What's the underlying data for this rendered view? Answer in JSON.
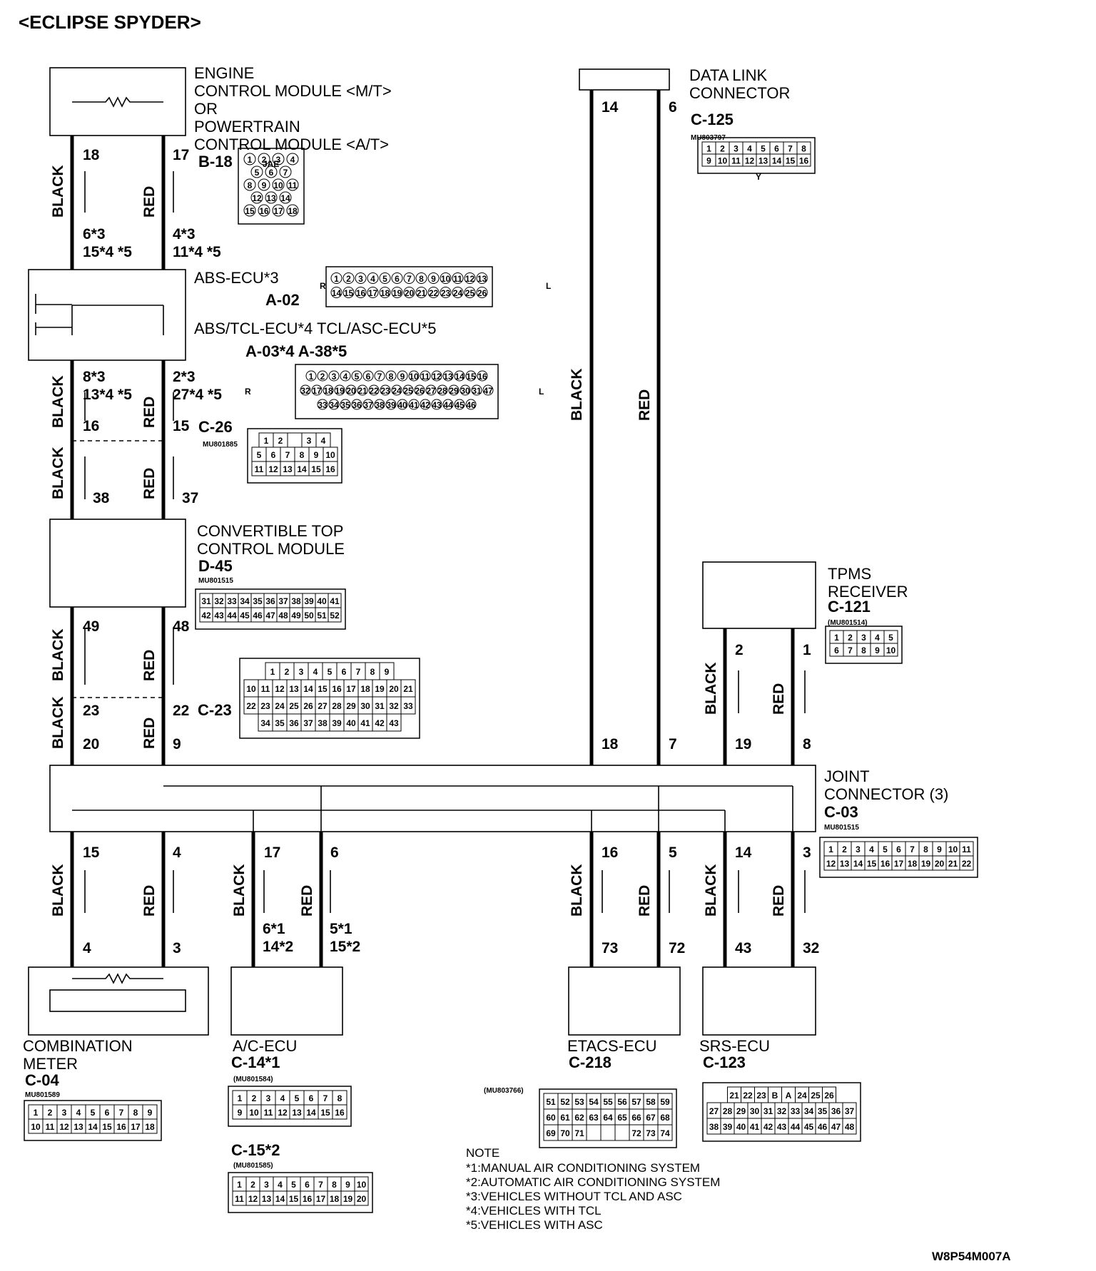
{
  "title": "<ECLIPSE SPYDER>",
  "diagram_code": "W8P54M007A",
  "colors": {
    "line": "#000000",
    "background": "#ffffff"
  },
  "wire_colors": {
    "black": "BLACK",
    "red": "RED"
  },
  "components": {
    "ecm": {
      "name": [
        "ENGINE",
        "CONTROL MODULE <M/T>",
        "OR",
        "POWERTRAIN",
        "CONTROL MODULE <A/T>"
      ],
      "connector": "B-18",
      "maker": "JAE"
    },
    "abs": {
      "name": "ABS-ECU*3",
      "name2": "ABS/TCL-ECU*4  TCL/ASC-ECU*5",
      "connector_a": "A-02",
      "connector_b": "A-03*4  A-38*5"
    },
    "c26": {
      "connector": "C-26",
      "part": "MU801885"
    },
    "ctcm": {
      "name": [
        "CONVERTIBLE TOP",
        "CONTROL MODULE"
      ],
      "connector": "D-45",
      "part": "MU801515"
    },
    "c23": {
      "connector": "C-23"
    },
    "dlc": {
      "name": [
        "DATA LINK",
        "CONNECTOR"
      ],
      "connector": "C-125",
      "part": "MU803797"
    },
    "tpms": {
      "name": [
        "TPMS",
        "RECEIVER"
      ],
      "connector": "C-121",
      "part": "(MU801514)"
    },
    "joint": {
      "name": [
        "JOINT",
        "CONNECTOR (3)"
      ],
      "connector": "C-03",
      "part": "MU801515"
    },
    "meter": {
      "name": [
        "COMBINATION",
        "METER"
      ],
      "connector": "C-04",
      "part": "MU801589"
    },
    "ac": {
      "name": "A/C-ECU",
      "connector1": "C-14*1",
      "part1": "(MU801584)",
      "connector2": "C-15*2",
      "part2": "(MU801585)"
    },
    "etacs": {
      "name": "ETACS-ECU",
      "connector": "C-218",
      "part": "(MU803766)"
    },
    "srs": {
      "name": "SRS-ECU",
      "connector": "C-123"
    }
  },
  "pins": {
    "ecm_black": "18",
    "ecm_red": "17",
    "abs_black_in": [
      "6*3",
      "15*4 *5"
    ],
    "abs_red_in": [
      "4*3",
      "11*4 *5"
    ],
    "abs_black_out": [
      "8*3",
      "13*4 *5"
    ],
    "abs_red_out": [
      "2*3",
      "27*4 *5"
    ],
    "c26_black_top": "16",
    "c26_red_top": "15",
    "c26_black_bot": "38",
    "c26_red_bot": "37",
    "ctcm_black": "49",
    "ctcm_red": "48",
    "c23_black_top": "23",
    "c23_red_top": "22",
    "jc_black_top": "20",
    "jc_red_top": "9",
    "dlc_black": "14",
    "dlc_red": "6",
    "jc_dlc_black": "18",
    "jc_dlc_red": "7",
    "tpms_black": "2",
    "tpms_red": "1",
    "jc_tpms_black": "19",
    "jc_tpms_red": "8",
    "jc_meter_black": "15",
    "jc_meter_red": "4",
    "meter_black": "4",
    "meter_red": "3",
    "jc_ac_black": "17",
    "jc_ac_red": "6",
    "ac_black": [
      "6*1",
      "14*2"
    ],
    "ac_red": [
      "5*1",
      "15*2"
    ],
    "jc_etacs_black": "16",
    "jc_etacs_red": "5",
    "etacs_black": "73",
    "etacs_red": "72",
    "jc_srs_black": "14",
    "jc_srs_red": "3",
    "srs_black": "43",
    "srs_red": "32"
  },
  "connector_faces": {
    "b18": [
      [
        "1",
        "2",
        "3",
        "4"
      ],
      [
        "5",
        "6",
        "7"
      ],
      [
        "8",
        "9",
        "10",
        "11"
      ],
      [
        "12",
        "13",
        "14"
      ],
      [
        "15",
        "16",
        "17",
        "18"
      ]
    ],
    "a02": [
      [
        "1",
        "2",
        "3",
        "4",
        "5",
        "6",
        "7",
        "8",
        "9",
        "10",
        "11",
        "12",
        "13"
      ],
      [
        "14",
        "15",
        "16",
        "17",
        "18",
        "19",
        "20",
        "21",
        "22",
        "23",
        "24",
        "25",
        "26"
      ]
    ],
    "a03": [
      [
        "1",
        "2",
        "3",
        "4",
        "5",
        "6",
        "7",
        "8",
        "9",
        "10",
        "11",
        "12",
        "13",
        "14",
        "15",
        "16"
      ],
      [
        "32",
        "17",
        "18",
        "19",
        "20",
        "21",
        "22",
        "23",
        "24",
        "25",
        "26",
        "27",
        "28",
        "29",
        "30",
        "31",
        "47"
      ],
      [
        "33",
        "34",
        "35",
        "36",
        "37",
        "38",
        "39",
        "40",
        "41",
        "42",
        "43",
        "44",
        "45",
        "46"
      ]
    ],
    "a_sides": [
      "R",
      "L"
    ],
    "c26": [
      [
        "1",
        "2",
        "",
        "3",
        "4"
      ],
      [
        "5",
        "6",
        "7",
        "8",
        "9",
        "10"
      ],
      [
        "11",
        "12",
        "13",
        "14",
        "15",
        "16"
      ]
    ],
    "d45": [
      [
        "31",
        "32",
        "33",
        "34",
        "35",
        "36",
        "37",
        "38",
        "39",
        "40",
        "41"
      ],
      [
        "42",
        "43",
        "44",
        "45",
        "46",
        "47",
        "48",
        "49",
        "50",
        "51",
        "52"
      ]
    ],
    "c23": [
      [
        "1",
        "2",
        "3",
        "4",
        "5",
        "6",
        "7",
        "8",
        "9"
      ],
      [
        "10",
        "11",
        "12",
        "13",
        "14",
        "15",
        "16",
        "17",
        "18",
        "19",
        "20",
        "21"
      ],
      [
        "22",
        "23",
        "24",
        "25",
        "26",
        "27",
        "28",
        "29",
        "30",
        "31",
        "32",
        "33"
      ],
      [
        "34",
        "35",
        "36",
        "37",
        "38",
        "39",
        "40",
        "41",
        "42",
        "43"
      ]
    ],
    "c125": [
      [
        "1",
        "2",
        "3",
        "4",
        "5",
        "6",
        "7",
        "8"
      ],
      [
        "9",
        "10",
        "11",
        "12",
        "13",
        "14",
        "15",
        "16"
      ]
    ],
    "c125_key": "Y",
    "c121": [
      [
        "1",
        "2",
        "3",
        "4",
        "5"
      ],
      [
        "6",
        "7",
        "8",
        "9",
        "10"
      ]
    ],
    "c03": [
      [
        "1",
        "2",
        "3",
        "4",
        "5",
        "6",
        "7",
        "8",
        "9",
        "10",
        "11"
      ],
      [
        "12",
        "13",
        "14",
        "15",
        "16",
        "17",
        "18",
        "19",
        "20",
        "21",
        "22"
      ]
    ],
    "c04": [
      [
        "1",
        "2",
        "3",
        "4",
        "5",
        "6",
        "7",
        "8",
        "9"
      ],
      [
        "10",
        "11",
        "12",
        "13",
        "14",
        "15",
        "16",
        "17",
        "18"
      ]
    ],
    "c14": [
      [
        "1",
        "2",
        "3",
        "4",
        "5",
        "6",
        "7",
        "8"
      ],
      [
        "9",
        "10",
        "11",
        "12",
        "13",
        "14",
        "15",
        "16"
      ]
    ],
    "c15": [
      [
        "1",
        "2",
        "3",
        "4",
        "5",
        "6",
        "7",
        "8",
        "9",
        "10"
      ],
      [
        "11",
        "12",
        "13",
        "14",
        "15",
        "16",
        "17",
        "18",
        "19",
        "20"
      ]
    ],
    "c218": [
      [
        "51",
        "52",
        "53",
        "54",
        "55",
        "56",
        "57",
        "58",
        "59"
      ],
      [
        "60",
        "61",
        "62",
        "63",
        "64",
        "65",
        "66",
        "67",
        "68"
      ],
      [
        "69",
        "70",
        "71",
        "",
        "",
        "",
        "72",
        "73",
        "74"
      ]
    ],
    "c123": [
      [
        "21",
        "22",
        "23",
        "B",
        "A",
        "24",
        "25",
        "26"
      ],
      [
        "27",
        "28",
        "29",
        "30",
        "31",
        "32",
        "33",
        "34",
        "35",
        "36",
        "37"
      ],
      [
        "38",
        "39",
        "40",
        "41",
        "42",
        "43",
        "44",
        "45",
        "46",
        "47",
        "48"
      ]
    ]
  },
  "notes": {
    "heading": "NOTE",
    "items": [
      "*1:MANUAL AIR CONDITIONING SYSTEM",
      "*2:AUTOMATIC AIR CONDITIONING SYSTEM",
      "*3:VEHICLES WITHOUT TCL AND ASC",
      "*4:VEHICLES WITH TCL",
      "*5:VEHICLES WITH ASC"
    ]
  }
}
